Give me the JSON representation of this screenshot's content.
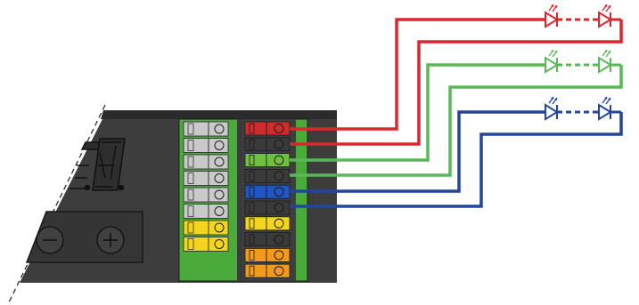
{
  "diagram": {
    "channels": [
      {
        "id": "red",
        "color": "#d8282d",
        "terminal_color": "#d22b2b"
      },
      {
        "id": "green",
        "color": "#5bb85a",
        "terminal_color": "#6fbf3f"
      },
      {
        "id": "blue",
        "color": "#23469a",
        "terminal_color": "#1f56c2"
      }
    ],
    "left_terminal_colors": [
      "#c9c9c9",
      "#c9c9c9",
      "#c9c9c9",
      "#c9c9c9",
      "#c9c9c9",
      "#c9c9c9",
      "#f2d51e",
      "#f2d51e"
    ],
    "right_terminal_colors": [
      "#d22b2b",
      "#3a3a3a",
      "#6fbf3f",
      "#3a3a3a",
      "#1f56c2",
      "#3a3a3a",
      "#f2d51e",
      "#3a3a3a",
      "#f29a1c",
      "#f29a1c"
    ],
    "body_color": "#3b3b3b",
    "terminal_block_color": "#4bab3a",
    "buttons": {
      "minus_icon": "minus-icon",
      "plus_icon": "plus-icon"
    },
    "display_icon": "seven-segment-display-icon"
  }
}
